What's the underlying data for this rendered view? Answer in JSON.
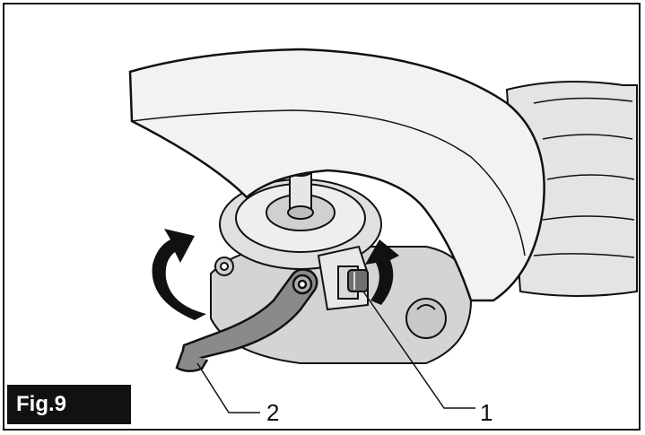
{
  "figure": {
    "label": "Fig.9",
    "callouts": [
      {
        "number": "1",
        "part": "bolt"
      },
      {
        "number": "2",
        "part": "lever"
      }
    ]
  },
  "colors": {
    "line": "#111111",
    "guard_fill": "#f2f2f2",
    "tool_fill": "#d8d8d8",
    "lever_fill": "#8a8a8a",
    "label_bg": "#111111",
    "label_text": "#ffffff"
  }
}
